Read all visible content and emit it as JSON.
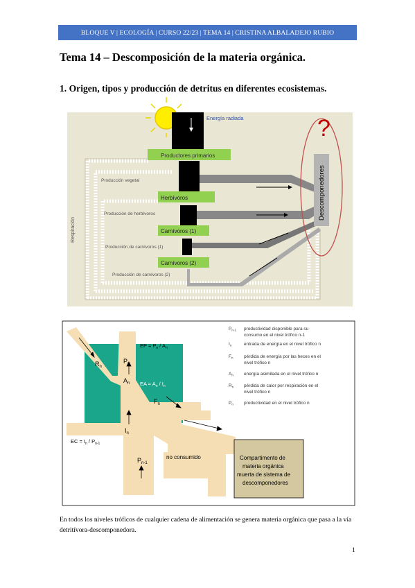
{
  "header": {
    "text": "BLOQUE V | ECOLOGÍA | CURSO 22/23 | TEMA 14 | CRISTINA ALBALADEJO RUBIO"
  },
  "title": "Tema 14 – Descomposición de la materia orgánica.",
  "section_heading": "1. Origen, tipos y producción de detritus en diferentes ecosistemas.",
  "figure1": {
    "energy_label": "Energía radiada",
    "question_mark": "?",
    "decomposers": "Descomponedores",
    "respiration": "Respiración",
    "levels": [
      "Productores primarios",
      "Herbívoros",
      "Carnívoros (1)",
      "Carnívoros (2)"
    ],
    "productions": [
      "Producción vegetal",
      "Producción de herbívoros",
      "Producción de carnívoros (1)",
      "Producción de carnívoros (2)"
    ],
    "colors": {
      "background": "#eae6d4",
      "level_bar": "#92d050",
      "decomposer_box": "#b4b4b4",
      "ellipse": "#c0504d",
      "sun": "#ffee00"
    }
  },
  "figure2": {
    "ep_formula": "EP = P",
    "ep_formula_tail": " / A",
    "ep_sub": "n",
    "ea_formula": "EA = A",
    "ea_formula_tail": " / I",
    "ec_formula": "EC = I",
    "ec_formula_tail": " / P",
    "ec_sub2": "n-1",
    "var_R": "R",
    "var_P": "P",
    "var_A": "A",
    "var_F": "F",
    "var_I": "I",
    "sub_n": "n",
    "sub_n1": "n-1",
    "no_consumido": "no consumido",
    "compartment": [
      "Compartimento de",
      "materia orgánica",
      "muerta de sistema de",
      "descomponedores"
    ],
    "legend": [
      {
        "sym": "P",
        "sub": "n-1",
        "text": [
          "productividad disponible para su",
          "consumo en el nivel trófico n-1"
        ]
      },
      {
        "sym": "I",
        "sub": "n",
        "text": [
          "entrada de energía en el nivel trófico n"
        ]
      },
      {
        "sym": "F",
        "sub": "n",
        "text": [
          "pérdida de energía por las heces en el",
          "nivel trófico n"
        ]
      },
      {
        "sym": "A",
        "sub": "n",
        "text": [
          "energía asimilada en el nivel trófico n"
        ]
      },
      {
        "sym": "R",
        "sub": "n",
        "text": [
          "pérdida de calor por respiración en el",
          "nivel trófico n"
        ]
      },
      {
        "sym": "P",
        "sub": "n",
        "text": [
          "productividad en el nivel trófico n"
        ]
      }
    ],
    "colors": {
      "tan": "#f5deb3",
      "green": "#1aa68a",
      "compartment": "#d4c8a0",
      "sun": "#ffee00"
    }
  },
  "paragraph": "En todos los niveles tróficos de cualquier cadena de alimentación se genera materia orgánica que pasa a la vía detritívora-descomponedora.",
  "page_number": "1"
}
